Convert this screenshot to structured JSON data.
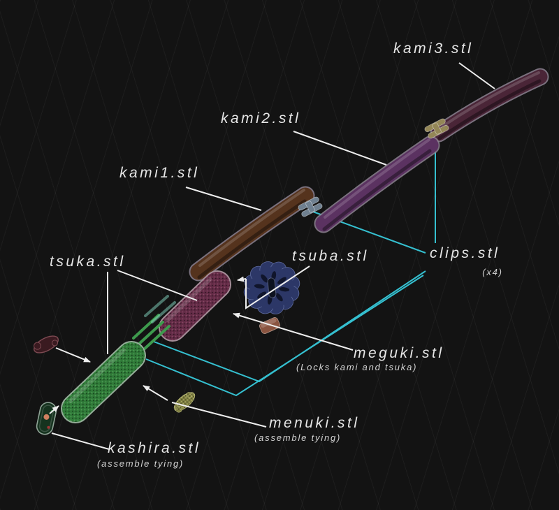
{
  "labels": {
    "kami3": {
      "file": "kami3.stl"
    },
    "kami2": {
      "file": "kami2.stl"
    },
    "kami1": {
      "file": "kami1.stl"
    },
    "tsuka": {
      "file": "tsuka.stl"
    },
    "tsuba": {
      "file": "tsuba.stl"
    },
    "clips": {
      "file": "clips.stl",
      "note": "(x4)"
    },
    "meguki": {
      "file": "meguki.stl",
      "note": "(Locks kami and tsuka)"
    },
    "menuki": {
      "file": "menuki.stl",
      "note": "(assemble tying)"
    },
    "kashira": {
      "file": "kashira.stl",
      "note": "(assemble tying)"
    }
  },
  "parts": {
    "kami3": {
      "color": "#4a2537"
    },
    "kami2": {
      "color": "#5b3261"
    },
    "kami1": {
      "color": "#55331d"
    },
    "tsuka_front": {
      "color": "#632b46"
    },
    "tsuka_back": {
      "color": "#2f7a38"
    },
    "tsuba": {
      "color": "#2c3767"
    },
    "clip_tan": {
      "color": "#948757"
    },
    "clip_steel": {
      "color": "#6f8090"
    },
    "meguki": {
      "color": "#8a5440"
    },
    "menuki": {
      "color": "#7c7c40"
    },
    "menuki_dark": {
      "color": "#3a1a20"
    },
    "kashira": {
      "color": "#16331f"
    }
  },
  "colors": {
    "background": "#131313",
    "accent_cyan": "#35c0d0",
    "leader_white": "#ededed",
    "label_text": "#e6e6e6"
  }
}
